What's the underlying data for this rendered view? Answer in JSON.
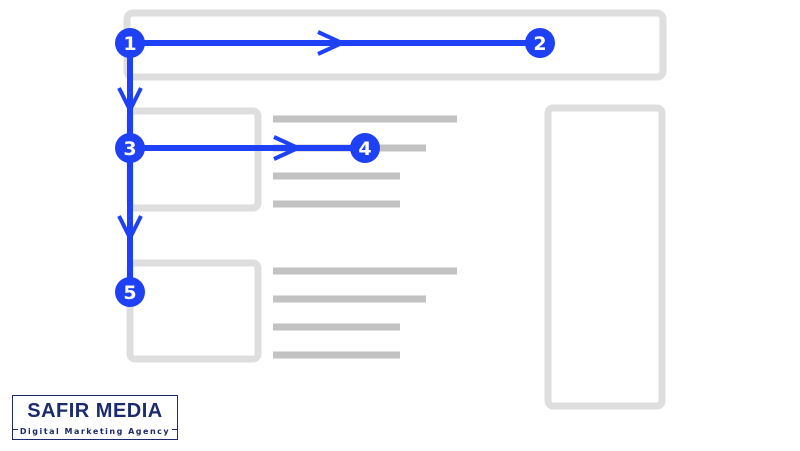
{
  "diagram": {
    "description_colors": {
      "wireframe": "#dedede",
      "text_line": "#c2c2c2",
      "path": "#1f41f5",
      "badge_fill": "#1f41f5",
      "badge_text": "#ffffff"
    },
    "steps": [
      {
        "label": "1"
      },
      {
        "label": "2"
      },
      {
        "label": "3"
      },
      {
        "label": "4"
      },
      {
        "label": "5"
      }
    ]
  },
  "logo": {
    "name": "SAFIR MEDIA",
    "tagline": "Digital Marketing Agency",
    "color": "#1c2b6e"
  }
}
